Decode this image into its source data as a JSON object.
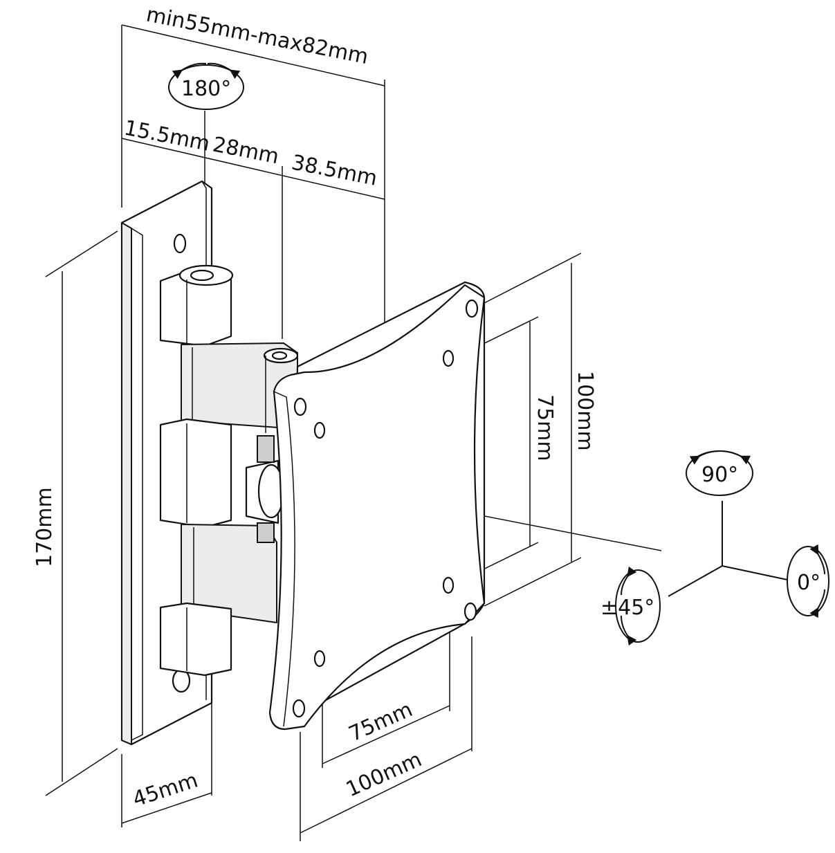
{
  "dimensions": {
    "depth_range": "min55mm-max82mm",
    "segment_1": "15.5mm",
    "segment_2": "28mm",
    "segment_3": "38.5mm",
    "wall_plate_height": "170mm",
    "wall_plate_width": "45mm",
    "vesa_inner_vertical": "75mm",
    "vesa_outer_vertical": "100mm",
    "vesa_inner_horizontal": "75mm",
    "vesa_outer_horizontal": "100mm"
  },
  "angles": {
    "swivel": "180°",
    "rotation": "90°",
    "level": "0°",
    "tilt": "±45°"
  },
  "colors": {
    "ink": "#111111",
    "background": "#ffffff",
    "shade": "#ececec"
  }
}
